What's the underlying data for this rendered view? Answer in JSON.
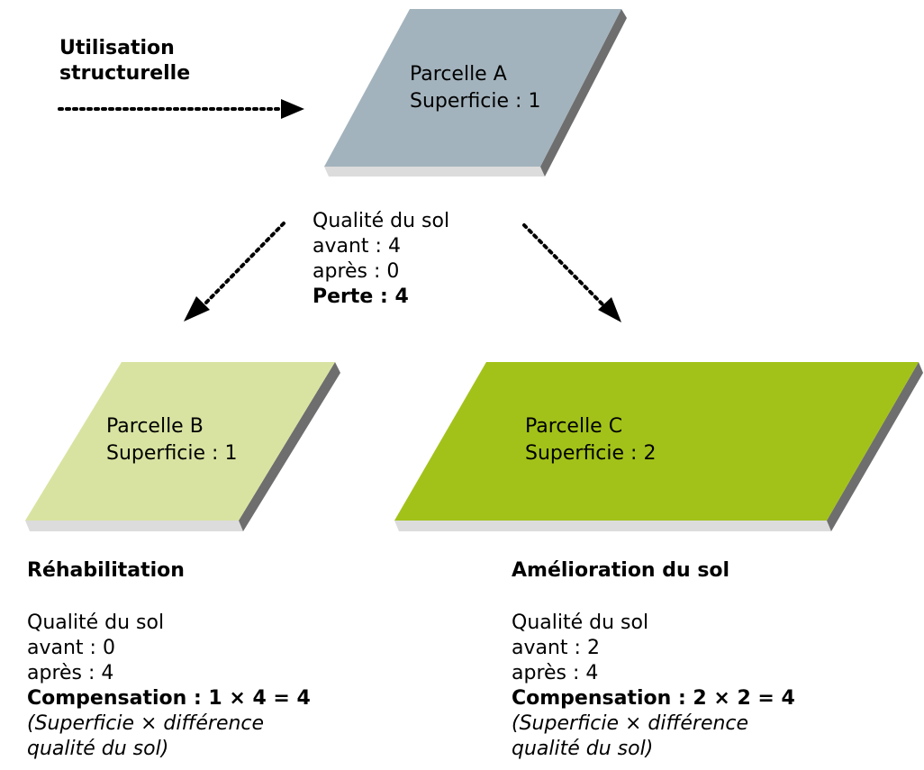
{
  "intro": {
    "label_line1": "Utilisation",
    "label_line2": "structurelle"
  },
  "parcels": {
    "a": {
      "name": "Parcelle A",
      "area": "Superficie : 1",
      "color": "#a3b3bd"
    },
    "b": {
      "name": "Parcelle B",
      "area": "Superficie : 1",
      "color": "#d9e3a1"
    },
    "c": {
      "name": "Parcelle C",
      "area": "Superficie : 2",
      "color": "#a2c219"
    }
  },
  "loss_block": {
    "quality_label": "Qualité du sol",
    "before": "avant : 4",
    "after": "après : 0",
    "loss": "Perte : 4"
  },
  "rehab_block": {
    "title": "Réhabilitation",
    "quality_label": "Qualité du sol",
    "before": "avant : 0",
    "after": "après : 4",
    "compensation": "Compensation : 1 × 4 = 4",
    "note_line1": "(Superficie × différence",
    "note_line2": "qualité du sol)"
  },
  "improve_block": {
    "title": "Amélioration du sol",
    "quality_label": "Qualité du sol",
    "before": "avant : 2",
    "after": "après : 4",
    "compensation": "Compensation : 2 × 2 = 4",
    "note_line1": "(Superficie × différence",
    "note_line2": "qualité du sol)"
  }
}
